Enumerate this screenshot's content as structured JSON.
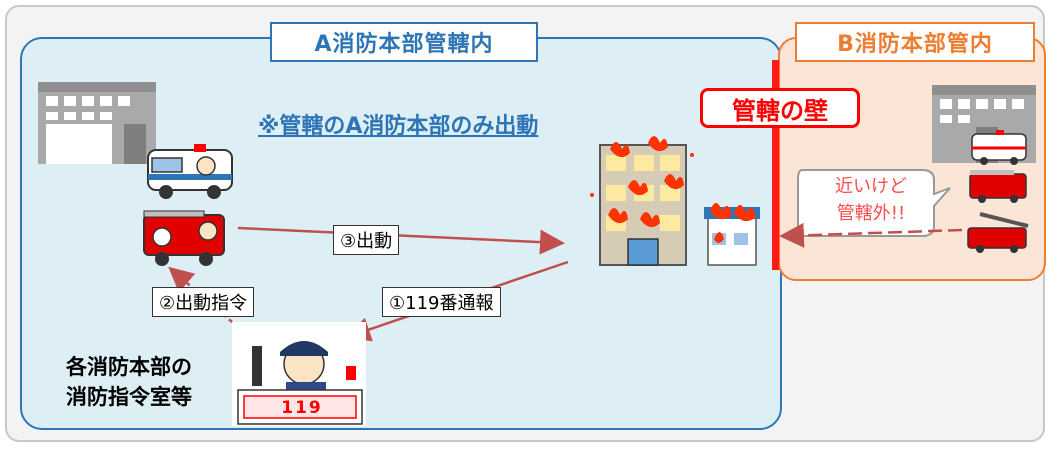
{
  "zones": {
    "a_label": "A消防本部管轄内",
    "b_label": "B消防本部管内"
  },
  "note": "※管轄のA消防本部のみ出動",
  "wall_label": "管轄の壁",
  "steps": {
    "dispatch": "③出動",
    "report": "①119番通報",
    "order": "②出動指令"
  },
  "bubble": {
    "line1": "近いけど",
    "line2": "管轄外!!"
  },
  "hq_label": {
    "line1": "各消防本部の",
    "line2": "消防指令室等"
  },
  "desk_sign": "119",
  "colors": {
    "zone_a_border": "#2e75b6",
    "zone_a_fill": "#deeef5",
    "zone_b_border": "#ed7d31",
    "zone_b_fill": "#fbe5d6",
    "wall": "#ff0000",
    "arrow": "#c0504d"
  }
}
